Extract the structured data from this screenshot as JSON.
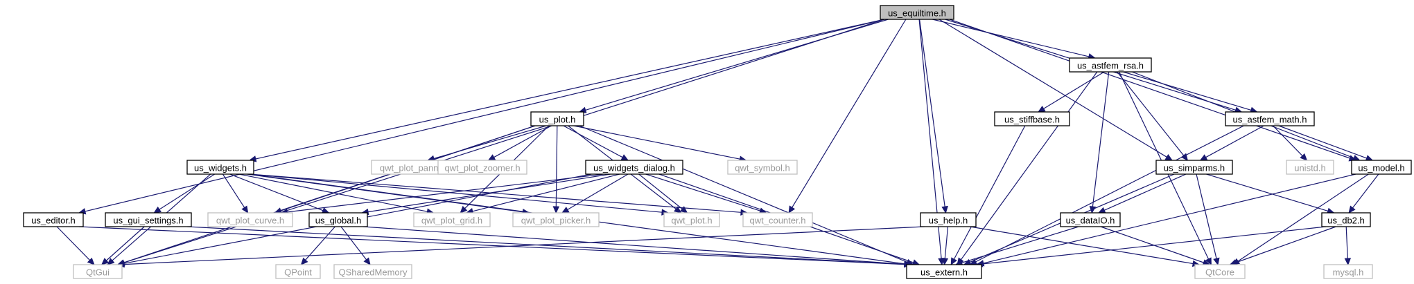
{
  "colors": {
    "edge": "#191970",
    "node_border": "#000000",
    "missing_border": "#bfbfbf",
    "missing_text": "#9a9a9a",
    "root_fill": "#bfbfbf",
    "node_fill": "#ffffff",
    "text": "#000000"
  },
  "nodes": [
    {
      "id": "us_equiltime",
      "label": "us_equiltime.h",
      "kind": "root"
    },
    {
      "id": "us_astfem_rsa",
      "label": "us_astfem_rsa.h",
      "kind": "file"
    },
    {
      "id": "us_plot",
      "label": "us_plot.h",
      "kind": "file"
    },
    {
      "id": "us_stiffbase",
      "label": "us_stiffbase.h",
      "kind": "file"
    },
    {
      "id": "us_astfem_math",
      "label": "us_astfem_math.h",
      "kind": "file"
    },
    {
      "id": "us_widgets",
      "label": "us_widgets.h",
      "kind": "file"
    },
    {
      "id": "qwt_plot_panner",
      "label": "qwt_plot_panner.h",
      "kind": "missing"
    },
    {
      "id": "qwt_plot_zoomer",
      "label": "qwt_plot_zoomer.h",
      "kind": "missing"
    },
    {
      "id": "us_widgets_dialog",
      "label": "us_widgets_dialog.h",
      "kind": "file"
    },
    {
      "id": "qwt_symbol",
      "label": "qwt_symbol.h",
      "kind": "missing"
    },
    {
      "id": "us_simparms",
      "label": "us_simparms.h",
      "kind": "file"
    },
    {
      "id": "unistd",
      "label": "unistd.h",
      "kind": "missing"
    },
    {
      "id": "us_model",
      "label": "us_model.h",
      "kind": "file"
    },
    {
      "id": "us_editor",
      "label": "us_editor.h",
      "kind": "file"
    },
    {
      "id": "us_gui_settings",
      "label": "us_gui_settings.h",
      "kind": "file"
    },
    {
      "id": "qwt_plot_curve",
      "label": "qwt_plot_curve.h",
      "kind": "missing"
    },
    {
      "id": "us_global",
      "label": "us_global.h",
      "kind": "file"
    },
    {
      "id": "qwt_plot_grid",
      "label": "qwt_plot_grid.h",
      "kind": "missing"
    },
    {
      "id": "qwt_plot_picker",
      "label": "qwt_plot_picker.h",
      "kind": "missing"
    },
    {
      "id": "qwt_plot",
      "label": "qwt_plot.h",
      "kind": "missing"
    },
    {
      "id": "qwt_counter",
      "label": "qwt_counter.h",
      "kind": "missing"
    },
    {
      "id": "us_help",
      "label": "us_help.h",
      "kind": "file"
    },
    {
      "id": "us_dataio",
      "label": "us_dataIO.h",
      "kind": "file"
    },
    {
      "id": "us_db2",
      "label": "us_db2.h",
      "kind": "file"
    },
    {
      "id": "qtgui",
      "label": "QtGui",
      "kind": "missing"
    },
    {
      "id": "qpoint",
      "label": "QPoint",
      "kind": "missing"
    },
    {
      "id": "qsharedmemory",
      "label": "QSharedMemory",
      "kind": "missing"
    },
    {
      "id": "us_extern",
      "label": "us_extern.h",
      "kind": "file"
    },
    {
      "id": "qtcore",
      "label": "QtCore",
      "kind": "missing"
    },
    {
      "id": "mysql",
      "label": "mysql.h",
      "kind": "missing"
    }
  ],
  "edges": [
    [
      "us_equiltime",
      "us_astfem_rsa"
    ],
    [
      "us_equiltime",
      "us_plot"
    ],
    [
      "us_equiltime",
      "us_widgets"
    ],
    [
      "us_equiltime",
      "us_editor"
    ],
    [
      "us_equiltime",
      "qtgui"
    ],
    [
      "us_equiltime",
      "qwt_counter"
    ],
    [
      "us_equiltime",
      "us_help"
    ],
    [
      "us_equiltime",
      "us_extern"
    ],
    [
      "us_equiltime",
      "us_simparms"
    ],
    [
      "us_equiltime",
      "us_astfem_math"
    ],
    [
      "us_equiltime",
      "us_model"
    ],
    [
      "us_astfem_rsa",
      "us_stiffbase"
    ],
    [
      "us_astfem_rsa",
      "us_astfem_math"
    ],
    [
      "us_astfem_rsa",
      "us_simparms"
    ],
    [
      "us_astfem_rsa",
      "us_dataio"
    ],
    [
      "us_astfem_rsa",
      "qtcore"
    ],
    [
      "us_astfem_rsa",
      "us_model"
    ],
    [
      "us_astfem_rsa",
      "us_extern"
    ],
    [
      "us_plot",
      "qwt_plot_panner"
    ],
    [
      "us_plot",
      "qwt_plot_zoomer"
    ],
    [
      "us_plot",
      "us_widgets_dialog"
    ],
    [
      "us_plot",
      "qwt_symbol"
    ],
    [
      "us_plot",
      "qwt_plot_curve"
    ],
    [
      "us_plot",
      "qwt_plot_grid"
    ],
    [
      "us_plot",
      "qwt_plot_picker"
    ],
    [
      "us_plot",
      "qwt_plot"
    ],
    [
      "us_plot",
      "qtgui"
    ],
    [
      "us_plot",
      "us_extern"
    ],
    [
      "us_stiffbase",
      "us_extern"
    ],
    [
      "us_astfem_math",
      "us_simparms"
    ],
    [
      "us_astfem_math",
      "unistd"
    ],
    [
      "us_astfem_math",
      "us_model"
    ],
    [
      "us_astfem_math",
      "us_extern"
    ],
    [
      "us_widgets",
      "us_gui_settings"
    ],
    [
      "us_widgets",
      "qwt_plot_curve"
    ],
    [
      "us_widgets",
      "us_global"
    ],
    [
      "us_widgets",
      "qwt_plot_grid"
    ],
    [
      "us_widgets",
      "qwt_plot_picker"
    ],
    [
      "us_widgets",
      "qwt_plot"
    ],
    [
      "us_widgets",
      "qwt_counter"
    ],
    [
      "us_widgets",
      "qtgui"
    ],
    [
      "us_widgets",
      "us_extern"
    ],
    [
      "us_widgets_dialog",
      "qwt_plot_curve"
    ],
    [
      "us_widgets_dialog",
      "us_global"
    ],
    [
      "us_widgets_dialog",
      "qwt_plot_grid"
    ],
    [
      "us_widgets_dialog",
      "qwt_plot_picker"
    ],
    [
      "us_widgets_dialog",
      "qwt_plot"
    ],
    [
      "us_widgets_dialog",
      "qwt_counter"
    ],
    [
      "us_widgets_dialog",
      "qtgui"
    ],
    [
      "us_widgets_dialog",
      "us_extern"
    ],
    [
      "us_simparms",
      "us_dataio"
    ],
    [
      "us_simparms",
      "us_db2"
    ],
    [
      "us_simparms",
      "qtcore"
    ],
    [
      "us_simparms",
      "us_extern"
    ],
    [
      "us_model",
      "us_db2"
    ],
    [
      "us_model",
      "us_extern"
    ],
    [
      "us_model",
      "qtcore"
    ],
    [
      "us_editor",
      "qtgui"
    ],
    [
      "us_editor",
      "us_extern"
    ],
    [
      "us_gui_settings",
      "qtgui"
    ],
    [
      "us_gui_settings",
      "us_extern"
    ],
    [
      "us_global",
      "qpoint"
    ],
    [
      "us_global",
      "qsharedmemory"
    ],
    [
      "us_global",
      "us_extern"
    ],
    [
      "us_help",
      "qtgui"
    ],
    [
      "us_help",
      "us_extern"
    ],
    [
      "us_help",
      "qtcore"
    ],
    [
      "us_dataio",
      "us_extern"
    ],
    [
      "us_dataio",
      "qtcore"
    ],
    [
      "us_db2",
      "mysql"
    ],
    [
      "us_db2",
      "us_extern"
    ],
    [
      "us_db2",
      "qtcore"
    ]
  ]
}
